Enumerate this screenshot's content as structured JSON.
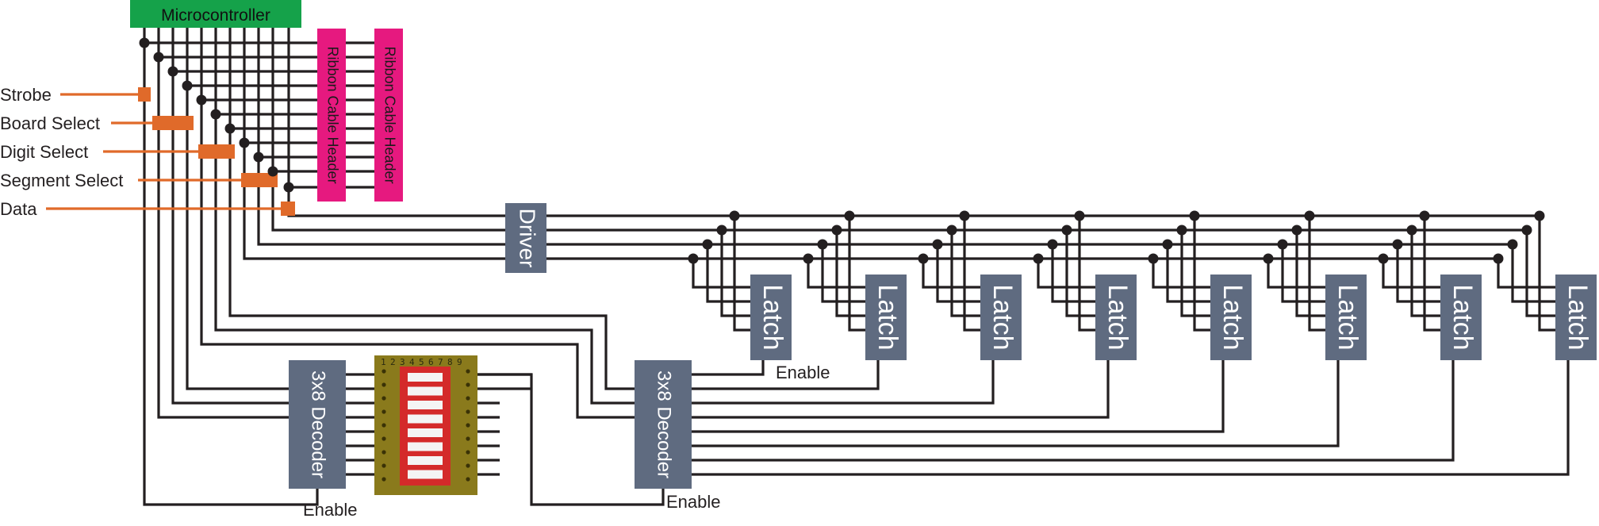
{
  "microcontroller": {
    "label": "Microcontroller",
    "color": "#15a24a"
  },
  "ribbon_headers": [
    {
      "label": "Ribbon Cable Header"
    },
    {
      "label": "Ribbon Cable Header"
    }
  ],
  "ribbon_color": "#e6197f",
  "signals": [
    {
      "label": "Strobe"
    },
    {
      "label": "Board Select"
    },
    {
      "label": "Digit Select"
    },
    {
      "label": "Segment Select"
    },
    {
      "label": "Data"
    }
  ],
  "signal_color": "#e06a2a",
  "driver": {
    "label": "Driver"
  },
  "block_color": "#5f6b80",
  "latches": [
    {
      "label": "Latch"
    },
    {
      "label": "Latch"
    },
    {
      "label": "Latch"
    },
    {
      "label": "Latch"
    },
    {
      "label": "Latch"
    },
    {
      "label": "Latch"
    },
    {
      "label": "Latch"
    },
    {
      "label": "Latch"
    }
  ],
  "decoders": [
    {
      "label": "3x8 Decoder",
      "enable_label": "Enable"
    },
    {
      "label": "3x8 Decoder",
      "enable_label": "Enable"
    }
  ],
  "latch_enable_label": "Enable",
  "dip_switch": {
    "numbers": [
      "1",
      "2",
      "3",
      "4",
      "5",
      "6",
      "7",
      "8",
      "9"
    ],
    "board_color": "#8a7a1c",
    "switch_color": "#d42a2a"
  }
}
